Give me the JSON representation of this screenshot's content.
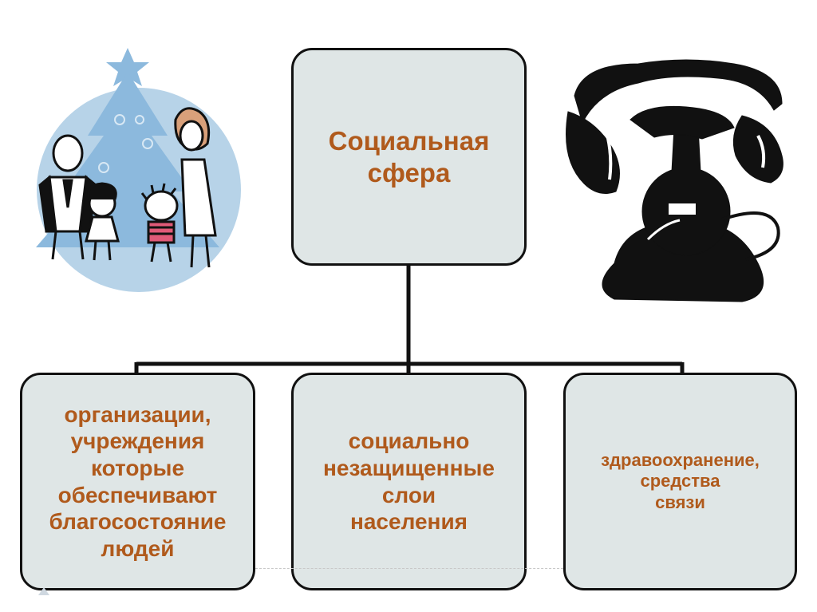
{
  "diagram": {
    "root": {
      "label": "Социальная\nсфера"
    },
    "children": [
      {
        "label": "организации,\nучреждения\nкоторые\nобеспечивают\nблагосостояние\nлюдей"
      },
      {
        "label": "социально\nнезащищенные\nслои\nнаселения"
      },
      {
        "label": "здравоохранение,\nсредства\nсвязи"
      }
    ]
  },
  "illustrations": {
    "left": "family-christmas-tree-illustration",
    "right": "vintage-telephone-illustration"
  },
  "colors": {
    "box_fill": "#dfe6e6",
    "text": "#b05a1c",
    "border": "#111111",
    "tree_circle": "#b7d3e8",
    "tree": "#8cb9dd"
  }
}
